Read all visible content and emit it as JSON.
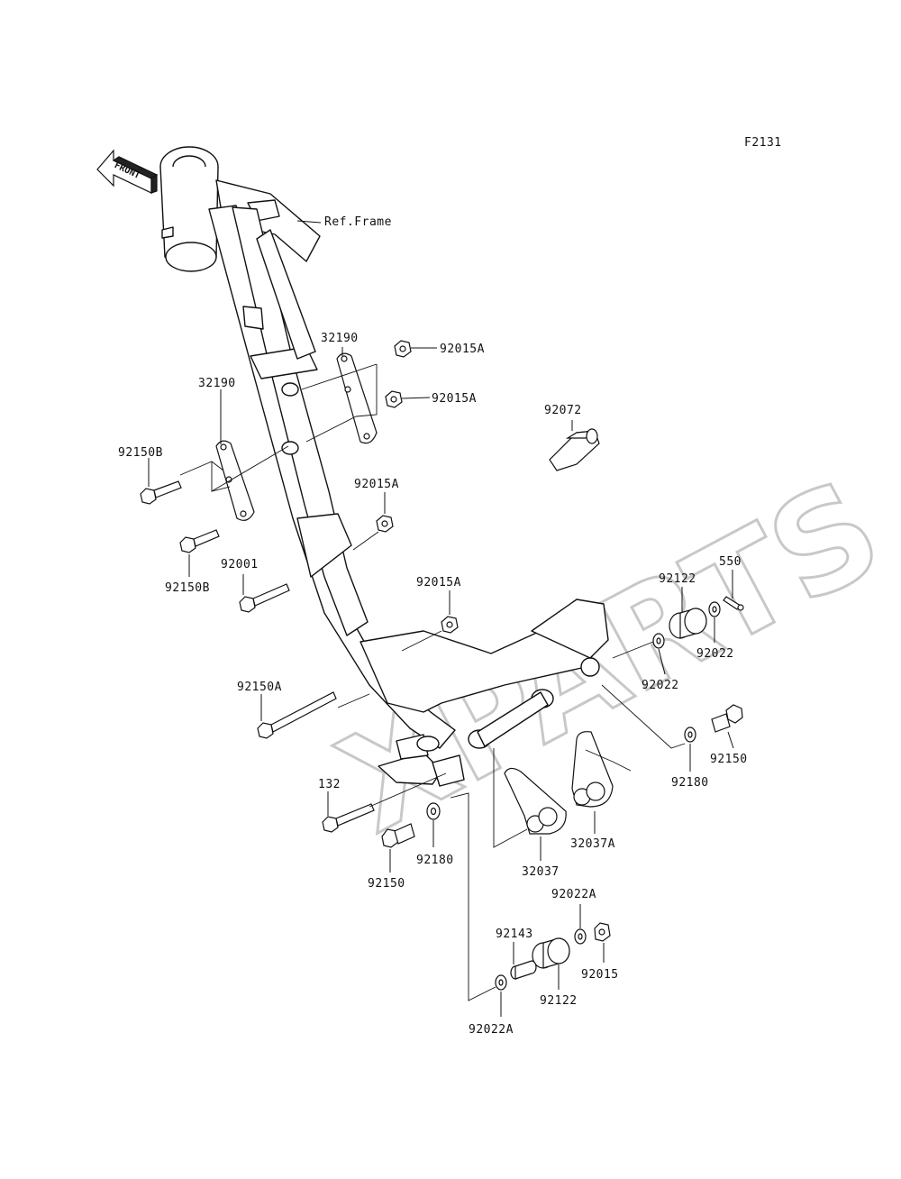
{
  "diagram": {
    "figure_code": "F2131",
    "front_label": "FRONT",
    "ref_frame_label": "Ref.Frame",
    "watermark_text": "XPARTS",
    "parts": {
      "p32190_top": "32190",
      "p32190_left": "32190",
      "p92015A_1": "92015A",
      "p92015A_2": "92015A",
      "p92015A_3": "92015A",
      "p92015A_4": "92015A",
      "p92150B_1": "92150B",
      "p92150B_2": "92150B",
      "p92001": "92001",
      "p92072": "92072",
      "p92150A": "92150A",
      "p132": "132",
      "p92150_left": "92150",
      "p92180_left": "92180",
      "p32037": "32037",
      "p32037A": "32037A",
      "p92122_top": "92122",
      "p550": "550",
      "p92022_1": "92022",
      "p92022_2": "92022",
      "p92180_right": "92180",
      "p92150_right": "92150",
      "p92022A_top": "92022A",
      "p92143": "92143",
      "p92015": "92015",
      "p92122_bottom": "92122",
      "p92022A_bottom": "92022A"
    }
  }
}
